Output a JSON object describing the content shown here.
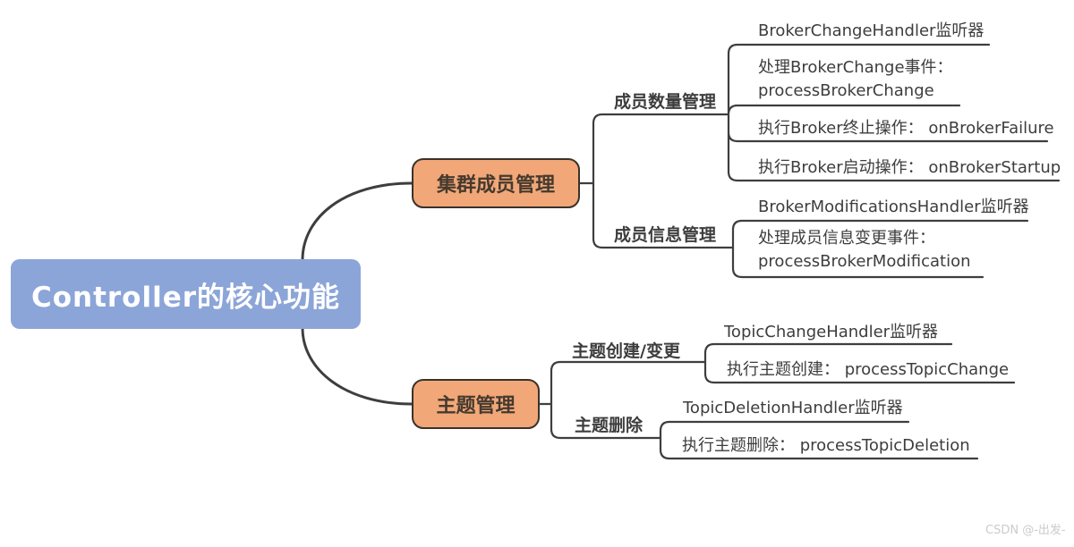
{
  "mindmap": {
    "root": "Controller的核心功能",
    "cluster": {
      "label": "集群成员管理",
      "memberCount": {
        "label": "成员数量管理",
        "leaves": [
          "BrokerChangeHandler监听器",
          "处理BrokerChange事件：\nprocessBrokerChange",
          "执行Broker终止操作： onBrokerFailure",
          "执行Broker启动操作： onBrokerStartup"
        ]
      },
      "memberInfo": {
        "label": "成员信息管理",
        "leaves": [
          "BrokerModificationsHandler监听器",
          "处理成员信息变更事件：\nprocessBrokerModification"
        ]
      }
    },
    "topic": {
      "label": "主题管理",
      "createChange": {
        "label": "主题创建/变更",
        "leaves": [
          "TopicChangeHandler监听器",
          "执行主题创建： processTopicChange"
        ]
      },
      "deletion": {
        "label": "主题删除",
        "leaves": [
          "TopicDeletionHandler监听器",
          "执行主题删除： processTopicDeletion"
        ]
      }
    }
  },
  "watermark": "CSDN @-出发-",
  "colors": {
    "root_fill": "#8CA5D8",
    "root_text": "#FFFFFF",
    "branch_fill": "#F2A778",
    "branch_border": "#39322B",
    "branch_text": "#453A2E",
    "line": "#3E3E3E",
    "text": "#3D3D3D",
    "watermark_text": "#C9CBCE",
    "background": "#FFFFFF"
  }
}
